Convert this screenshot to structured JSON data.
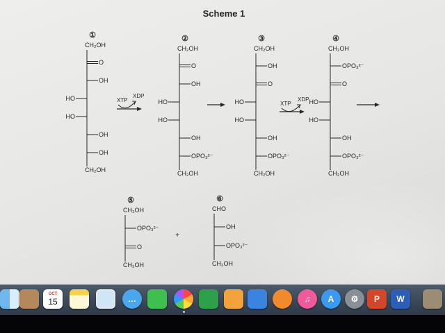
{
  "scheme": {
    "title": "Scheme 1",
    "compound_numbers": [
      "①",
      "②",
      "③",
      "④",
      "⑤",
      "⑥"
    ],
    "c1": {
      "top": "CH₂OH",
      "rows": [
        {
          "side": "R",
          "text": "=O"
        },
        {
          "side": "R",
          "text": "OH"
        },
        {
          "side": "L",
          "text": "HO"
        },
        {
          "side": "L",
          "text": "HO"
        },
        {
          "side": "R",
          "text": "OH"
        },
        {
          "side": "R",
          "text": "OH"
        }
      ],
      "bottom": "CH₂OH"
    },
    "c2": {
      "top": "CH₂OH",
      "rows": [
        {
          "side": "R",
          "text": "=O"
        },
        {
          "side": "R",
          "text": "OH"
        },
        {
          "side": "L",
          "text": "HO"
        },
        {
          "side": "L",
          "text": "HO"
        },
        {
          "side": "R",
          "text": "OH"
        },
        {
          "side": "R",
          "text": "OPO₃²⁻"
        }
      ],
      "bottom": "CH₂OH"
    },
    "c3": {
      "top": "CH₂OH",
      "rows": [
        {
          "side": "R",
          "text": "OH"
        },
        {
          "side": "R",
          "text": "=O"
        },
        {
          "side": "L",
          "text": "HO"
        },
        {
          "side": "L",
          "text": "HO"
        },
        {
          "side": "R",
          "text": "OH"
        },
        {
          "side": "R",
          "text": "OPO₃²⁻"
        }
      ],
      "bottom": "CH₂OH"
    },
    "c4": {
      "top": "CH₂OH",
      "rows": [
        {
          "side": "R",
          "text": "OPO₃²⁻"
        },
        {
          "side": "R",
          "text": "=O"
        },
        {
          "side": "L",
          "text": "HO"
        },
        {
          "side": "L",
          "text": "HO"
        },
        {
          "side": "R",
          "text": "OH"
        },
        {
          "side": "R",
          "text": "OPO₃²⁻"
        }
      ],
      "bottom": "CH₂OH"
    },
    "c5": {
      "top": "CH₂OH",
      "rows": [
        {
          "side": "R",
          "text": "OPO₃²⁻"
        },
        {
          "side": "R",
          "text": "=O"
        }
      ],
      "bottom": "CH₂OH"
    },
    "c6": {
      "top": "CHO",
      "rows": [
        {
          "side": "R",
          "text": "OH"
        },
        {
          "side": "R",
          "text": "OPO₃²⁻"
        }
      ],
      "bottom": "CH₂OH"
    },
    "reaction1": {
      "in": "XTP",
      "out": "XDP"
    },
    "reaction2": {
      "in": "XTP",
      "out": "XDP"
    },
    "plus": "+"
  },
  "dock": {
    "calendar_month": "OCT",
    "calendar_day": "15",
    "icons": [
      "finder-icon",
      "contacts-icon",
      "calendar-icon",
      "notes-icon",
      "preview-icon",
      "messages-icon",
      "facetime-icon",
      "photos-icon",
      "numbers-icon",
      "pages-icon",
      "keynote-icon",
      "ibooks-icon",
      "itunes-icon",
      "app-store-icon",
      "system-preferences-icon",
      "powerpoint-icon",
      "word-icon",
      "photo-icon"
    ]
  }
}
